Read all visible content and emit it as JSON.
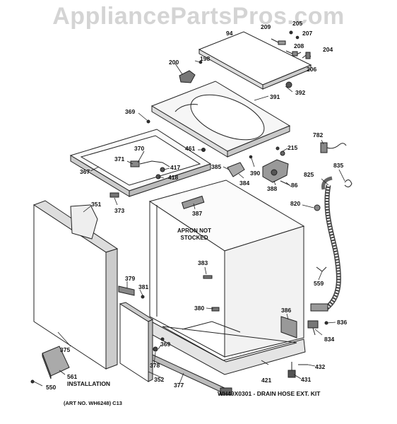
{
  "watermark": "AppliancePartsPros.com",
  "parts": {
    "p198": "198",
    "p200": "200",
    "p204": "204",
    "p205": "205",
    "p206": "206",
    "p207": "207",
    "p208": "208",
    "p209": "209",
    "p94": "94",
    "p391": "391",
    "p392": "392",
    "p369a": "369",
    "p370": "370",
    "p371": "371",
    "p417": "417",
    "p418": "418",
    "p367": "367",
    "p461": "461",
    "p385": "385",
    "p384": "384",
    "p390": "390",
    "p215": "215",
    "p782": "782",
    "p835": "835",
    "p825": "825",
    "p388": "388",
    "p86": "86",
    "p373": "373",
    "p387": "387",
    "p820": "820",
    "p351": "351",
    "p383": "383",
    "p559": "559",
    "p379": "379",
    "p381": "381",
    "p380": "380",
    "p386": "386",
    "p836": "836",
    "p834": "834",
    "p375": "375",
    "p369b": "369",
    "p378": "378",
    "p421": "421",
    "p432": "432",
    "p431": "431",
    "p561": "561",
    "p550": "550",
    "p352": "352",
    "p377": "377"
  },
  "notes": {
    "apron_line1": "APRON NOT",
    "apron_line2": "STOCKED",
    "installation": "INSTALLATION",
    "drain_kit": "WH49X0301 - DRAIN HOSE EXT. KIT",
    "art_no": "(ART NO. WH6248) C13"
  }
}
